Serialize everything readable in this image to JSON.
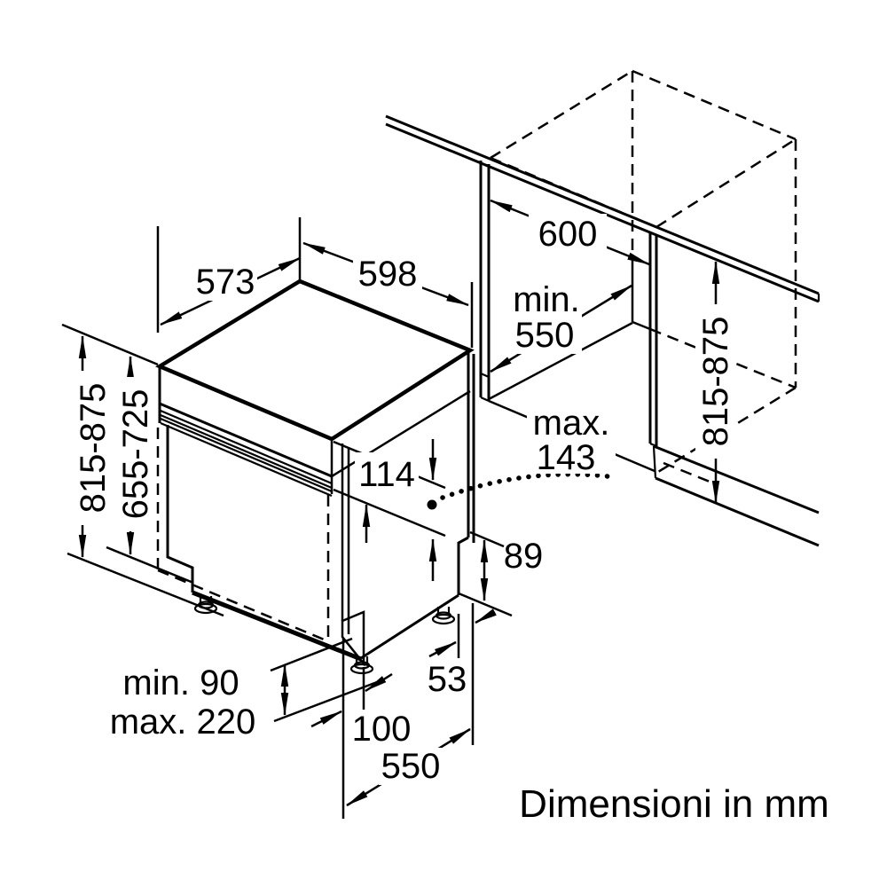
{
  "figure": {
    "caption": "Dimensioni in mm",
    "labels": {
      "top_depth": "573",
      "top_width": "598",
      "worktop_depth": "600",
      "niche_depth_min_l1": "min.",
      "niche_depth_min_l2": "550",
      "niche_height_left": "815-875",
      "front_panel_height": "655-725",
      "niche_height_right": "815-875",
      "door_top_offset": "114",
      "door_clearance_l1": "max.",
      "door_clearance_l2": "143",
      "rear_recess_height": "89",
      "rear_recess_depth": "53",
      "plinth_height_min": "min. 90",
      "plinth_height_max": "max. 220",
      "front_foot_offset": "100",
      "foot_to_rear": "550"
    }
  }
}
